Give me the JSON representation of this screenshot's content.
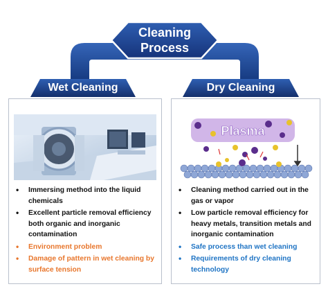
{
  "center": {
    "line1": "Cleaning",
    "line2": "Process"
  },
  "wet": {
    "title": "Wet Cleaning",
    "items": [
      {
        "text": "Immersing method into the liquid chemicals",
        "color": "#111111"
      },
      {
        "text": "Excellent particle removal efficiency both organic and inorganic contamination",
        "color": "#111111"
      },
      {
        "text": "Environment problem",
        "color": "#e8762c"
      },
      {
        "text": "Damage of pattern in wet cleaning by surface tension",
        "color": "#e8762c"
      }
    ]
  },
  "dry": {
    "title": "Dry Cleaning",
    "plasma_label": "Plasma",
    "items": [
      {
        "text": "Cleaning method carried out in the gas or vapor",
        "color": "#111111"
      },
      {
        "text": "Low particle removal efficiency for heavy metals, transition metals and inorganic contamination",
        "color": "#111111"
      },
      {
        "text": "Safe process than wet cleaning",
        "color": "#1f74c4"
      },
      {
        "text": "Requirements of dry cleaning technology",
        "color": "#1f74c4"
      }
    ]
  },
  "colors": {
    "navy": "#1c3b78",
    "orange": "#e8762c",
    "blue": "#1f74c4"
  }
}
